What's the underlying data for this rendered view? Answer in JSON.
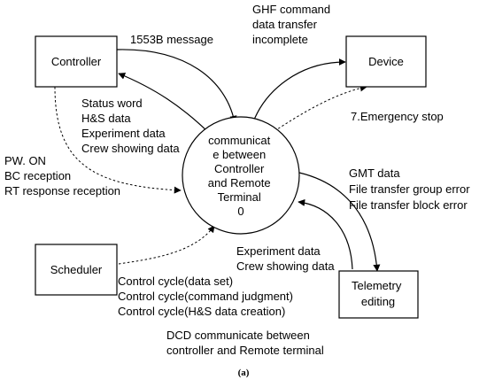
{
  "nodes": {
    "controller": "Controller",
    "device": "Device",
    "scheduler": "Scheduler",
    "telemetry": [
      "Telemetry",
      "editing"
    ],
    "process": [
      "communicat",
      "e between",
      "Controller",
      "and Remote",
      "Terminal",
      "0"
    ]
  },
  "labels": {
    "msg_1553b": "1553B message",
    "ghf": [
      "GHF command",
      "data transfer",
      "incomplete"
    ],
    "status": [
      "Status word",
      "H&S data",
      "Experiment data",
      "Crew showing data"
    ],
    "emergency": "7.Emergency stop",
    "power": [
      "PW. ON",
      "BC reception",
      "RT response reception"
    ],
    "gmt": [
      "GMT data",
      "File transfer group error",
      "File transfer block error"
    ],
    "experiment": [
      "Experiment data",
      "Crew showing data"
    ],
    "control": [
      "Control cycle(data set)",
      "Control cycle(command judgment)",
      "Control cycle(H&S data creation)"
    ],
    "dcd": [
      "DCD communicate between",
      "controller and Remote terminal"
    ]
  },
  "caption": "(a)"
}
